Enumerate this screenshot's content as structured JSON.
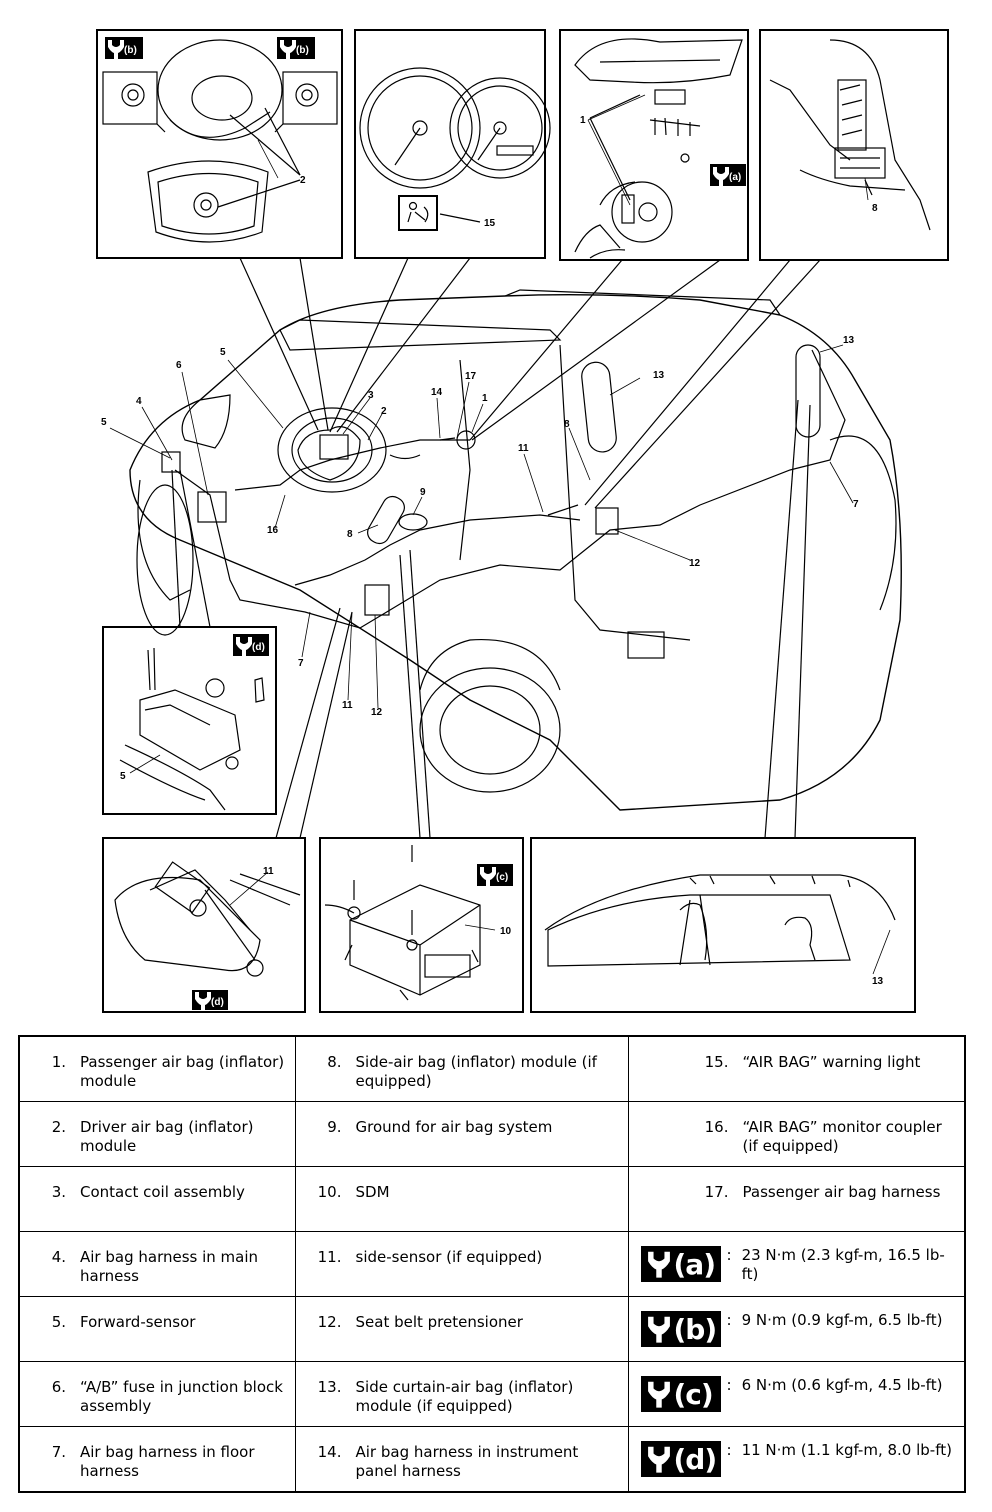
{
  "callouts": {
    "n1": "1",
    "n2": "2",
    "n3": "3",
    "n4": "4",
    "n5": "5",
    "n6": "6",
    "n7": "7",
    "n8": "8",
    "n9": "9",
    "n10": "10",
    "n11": "11",
    "n12": "12",
    "n13": "13",
    "n14": "14",
    "n15": "15",
    "n16": "16",
    "n17": "17"
  },
  "torque_tags": {
    "a": "(a)",
    "b": "(b)",
    "c": "(c)",
    "d": "(d)"
  },
  "legend": {
    "rows": [
      [
        {
          "num": "1.",
          "text": "Passenger air bag (inflator) module"
        },
        {
          "num": "8.",
          "text": "Side-air bag (inflator) module (if equipped)"
        },
        {
          "num": "15.",
          "text": "“AIR BAG” warning light"
        }
      ],
      [
        {
          "num": "2.",
          "text": "Driver air bag (inflator) module"
        },
        {
          "num": "9.",
          "text": "Ground for air bag system"
        },
        {
          "num": "16.",
          "text": "“AIR BAG” monitor coupler (if equipped)"
        }
      ],
      [
        {
          "num": "3.",
          "text": "Contact coil assembly"
        },
        {
          "num": "10.",
          "text": "SDM"
        },
        {
          "num": "17.",
          "text": "Passenger air bag harness"
        }
      ],
      [
        {
          "num": "4.",
          "text": "Air bag harness in main harness"
        },
        {
          "num": "11.",
          "text": "side-sensor (if equipped)"
        },
        {
          "badge": "(a)",
          "text": "23 N·m (2.3 kgf-m, 16.5 lb-ft)"
        }
      ],
      [
        {
          "num": "5.",
          "text": "Forward-sensor"
        },
        {
          "num": "12.",
          "text": "Seat belt pretensioner"
        },
        {
          "badge": "(b)",
          "text": "9 N·m (0.9 kgf-m, 6.5 lb-ft)"
        }
      ],
      [
        {
          "num": "6.",
          "text": "“A/B” fuse in junction block assembly"
        },
        {
          "num": "13.",
          "text": "Side curtain-air bag (inflator) module (if equipped)"
        },
        {
          "badge": "(c)",
          "text": "6 N·m (0.6 kgf-m, 4.5 lb-ft)"
        }
      ],
      [
        {
          "num": "7.",
          "text": "Air bag harness in floor harness"
        },
        {
          "num": "14.",
          "text": "Air bag harness in instrument panel harness"
        },
        {
          "badge": "(d)",
          "text": "11 N·m (1.1 kgf-m, 8.0 lb-ft)"
        }
      ]
    ]
  }
}
